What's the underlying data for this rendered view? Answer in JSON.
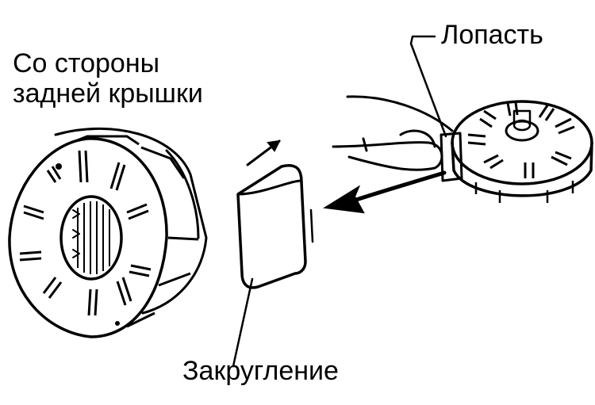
{
  "labels": {
    "rear_cover_side_line1": "Со стороны",
    "rear_cover_side_line2": "задней крышки",
    "blade": "Лопасть",
    "rounding": "Закругление"
  },
  "colors": {
    "ink": "#000000",
    "background": "#ffffff"
  }
}
